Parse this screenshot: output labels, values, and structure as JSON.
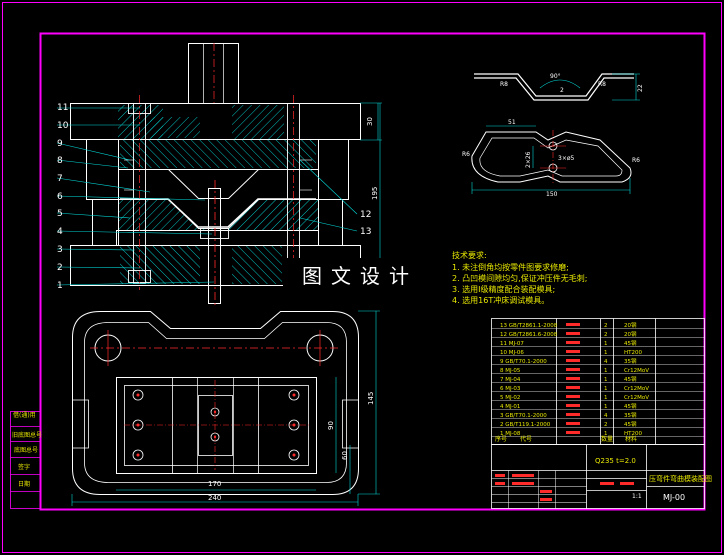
{
  "part_numbers": [
    "11",
    "10",
    "9",
    "8",
    "7",
    "6",
    "5",
    "4",
    "3",
    "2",
    "1",
    "12",
    "13"
  ],
  "dims": {
    "height_195": "195",
    "top_plate_30": "30",
    "plan_width_170": "170",
    "plan_width_240": "240",
    "plan_depth_145": "145",
    "plan_depth_90": "90",
    "plan_depth_60": "60",
    "part_angle_90": "90°",
    "part_r8_top": "R8",
    "part_r8_left": "R8",
    "part_thickness_2": "2",
    "part_height_22": "22",
    "blank_width_51": "51",
    "blank_length_150": "150",
    "blank_r6_left": "R6",
    "blank_r6_right": "R6",
    "blank_phi_label": "3×ø5",
    "blank_pitch_label": "2×26"
  },
  "banner": "图文设计",
  "tech": {
    "title": "技术要求:",
    "items": [
      "1. 未注倒角均按零件图要求修磨;",
      "2. 凸凹模间隙均匀,保证冲压件无毛刺;",
      "3. 选用Ⅰ级精度配合装配模具;",
      "4. 选用16T冲床调试模具。"
    ]
  },
  "bom": [
    {
      "no": "13",
      "name": "GB/T2861.1-2008",
      "qty": "2",
      "mat": "20钢"
    },
    {
      "no": "12",
      "name": "GB/T2861.6-2008",
      "qty": "2",
      "mat": "20钢"
    },
    {
      "no": "11",
      "name": "MJ-07",
      "qty": "1",
      "mat": "45钢"
    },
    {
      "no": "10",
      "name": "MJ-06",
      "qty": "1",
      "mat": "HT200"
    },
    {
      "no": "9",
      "name": "GB/T70.1-2000",
      "qty": "4",
      "mat": "35钢"
    },
    {
      "no": "8",
      "name": "MJ-05",
      "qty": "1",
      "mat": "Cr12MoV"
    },
    {
      "no": "7",
      "name": "MJ-04",
      "qty": "1",
      "mat": "45钢"
    },
    {
      "no": "6",
      "name": "MJ-03",
      "qty": "1",
      "mat": "Cr12MoV"
    },
    {
      "no": "5",
      "name": "MJ-02",
      "qty": "1",
      "mat": "Cr12MoV"
    },
    {
      "no": "4",
      "name": "MJ-01",
      "qty": "1",
      "mat": "45钢"
    },
    {
      "no": "3",
      "name": "GB/T70.1-2000",
      "qty": "4",
      "mat": "35钢"
    },
    {
      "no": "2",
      "name": "GB/T119.1-2000",
      "qty": "2",
      "mat": "45钢"
    },
    {
      "no": "1",
      "name": "MJ-08",
      "qty": "1",
      "mat": "HT200"
    }
  ],
  "bom_header": {
    "no": "序号",
    "name": "代号",
    "qty": "数量",
    "mat": "材料"
  },
  "title_block": {
    "material": "Q235 t=2.0",
    "title": "压弯件弯曲模装配图",
    "drawing_no": "MJ-00",
    "scale": "1:1"
  },
  "left_table": [
    "借(通)用",
    "旧底图总号",
    "底图总号",
    "签字",
    "日期"
  ],
  "colors": {
    "bg": "#000000",
    "border": "#ff00ff",
    "geom": "#ffffff",
    "hatch": "#00d8d8",
    "dim": "#00d8d8",
    "red": "#ff2a2a",
    "yellow": "#e8e800",
    "bom_red": "#ff2a2a"
  }
}
